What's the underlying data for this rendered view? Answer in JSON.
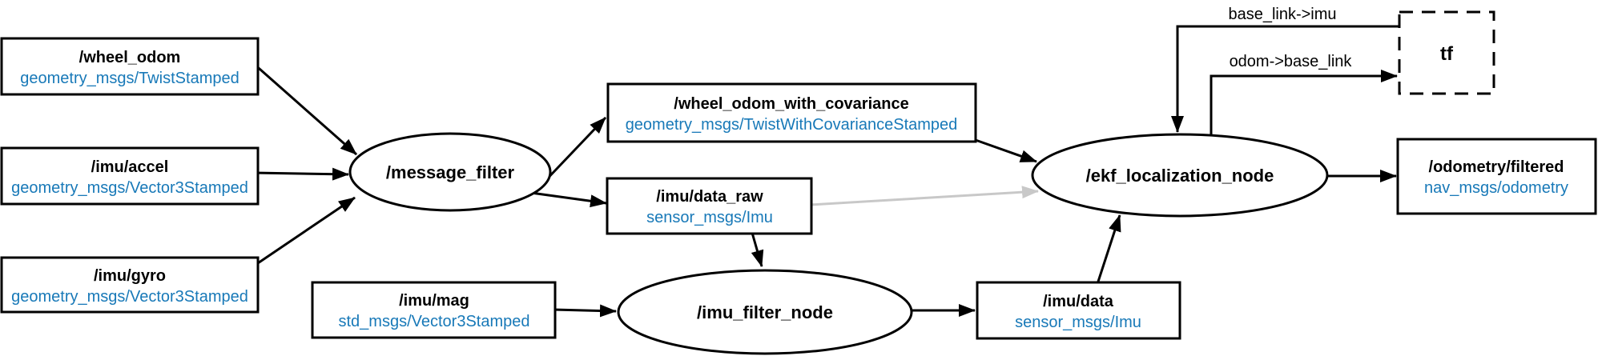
{
  "colors": {
    "ink": "#000000",
    "topic_type": "#1879b8",
    "edge_inactive": "#c8c8c8",
    "node_fill": "#ffffff"
  },
  "nodes": {
    "wheel_odom": {
      "kind": "topic",
      "label": "/wheel_odom",
      "type": "geometry_msgs/TwistStamped"
    },
    "imu_accel": {
      "kind": "topic",
      "label": "/imu/accel",
      "type": "geometry_msgs/Vector3Stamped"
    },
    "imu_gyro": {
      "kind": "topic",
      "label": "/imu/gyro",
      "type": "geometry_msgs/Vector3Stamped"
    },
    "message_filter": {
      "kind": "node",
      "label": "/message_filter"
    },
    "wheel_odom_with_covariance": {
      "kind": "topic",
      "label": "/wheel_odom_with_covariance",
      "type": "geometry_msgs/TwistWithCovarianceStamped"
    },
    "imu_data_raw": {
      "kind": "topic",
      "label": "/imu/data_raw",
      "type": "sensor_msgs/Imu"
    },
    "imu_mag": {
      "kind": "topic",
      "label": "/imu/mag",
      "type": "std_msgs/Vector3Stamped"
    },
    "imu_filter_node": {
      "kind": "node",
      "label": "/imu_filter_node"
    },
    "imu_data": {
      "kind": "topic",
      "label": "/imu/data",
      "type": "sensor_msgs/Imu"
    },
    "ekf_localization_node": {
      "kind": "node",
      "label": "/ekf_localization_node"
    },
    "odometry_filtered": {
      "kind": "topic",
      "label": "/odometry/filtered",
      "type": "nav_msgs/odometry"
    },
    "tf": {
      "kind": "frame-broadcast",
      "label": "tf"
    }
  },
  "edges": [
    {
      "from": "/wheel_odom",
      "to": "/message_filter",
      "style": "solid"
    },
    {
      "from": "/imu/accel",
      "to": "/message_filter",
      "style": "solid"
    },
    {
      "from": "/imu/gyro",
      "to": "/message_filter",
      "style": "solid"
    },
    {
      "from": "/message_filter",
      "to": "/wheel_odom_with_covariance",
      "style": "solid"
    },
    {
      "from": "/message_filter",
      "to": "/imu/data_raw",
      "style": "solid"
    },
    {
      "from": "/wheel_odom_with_covariance",
      "to": "/ekf_localization_node",
      "style": "solid"
    },
    {
      "from": "/imu/data_raw",
      "to": "/ekf_localization_node",
      "style": "inactive"
    },
    {
      "from": "/imu/data_raw",
      "to": "/imu_filter_node",
      "style": "solid"
    },
    {
      "from": "/imu/mag",
      "to": "/imu_filter_node",
      "style": "solid"
    },
    {
      "from": "/imu_filter_node",
      "to": "/imu/data",
      "style": "solid"
    },
    {
      "from": "/imu/data",
      "to": "/ekf_localization_node",
      "style": "solid"
    },
    {
      "from": "/ekf_localization_node",
      "to": "/odometry/filtered",
      "style": "solid"
    },
    {
      "from": "tf",
      "to": "/ekf_localization_node",
      "style": "solid",
      "label": "base_link->imu"
    },
    {
      "from": "/ekf_localization_node",
      "to": "tf",
      "style": "solid",
      "label": "odom->base_link"
    }
  ]
}
